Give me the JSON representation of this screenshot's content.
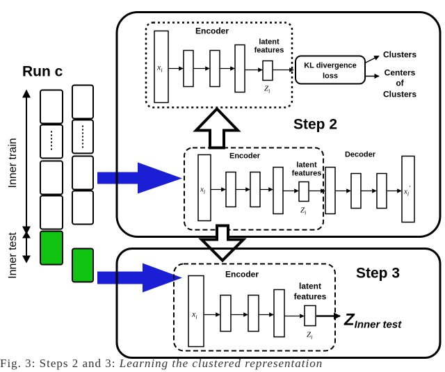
{
  "run_label": "Run c",
  "inner_train_label": "Inner train",
  "inner_test_label": "Inner test",
  "step2": {
    "label": "Step 2",
    "top": {
      "encoder_label": "Encoder",
      "latent_label": [
        "latent",
        "features"
      ],
      "input_label": "x",
      "input_sub": "i",
      "latent_var": "Z",
      "latent_sub": "i",
      "kl_label": [
        "KL divergence",
        "loss"
      ],
      "outputs": [
        "Clusters",
        "Centers",
        "of",
        "Clusters"
      ]
    },
    "bottom": {
      "encoder_label": "Encoder",
      "decoder_label": "Decoder",
      "latent_label": [
        "latent",
        "features"
      ],
      "input_label": "x",
      "input_sub": "i",
      "output_label": "x",
      "output_sub": "i",
      "output_prime": "'",
      "latent_var": "Z",
      "latent_sub": "i"
    }
  },
  "step3": {
    "label": "Step 3",
    "encoder_label": "Encoder",
    "latent_label": [
      "latent",
      "features"
    ],
    "input_label": "x",
    "input_sub": "i",
    "latent_var": "Z",
    "latent_sub": "i",
    "output_var": "Z",
    "output_sub": "Inner test"
  },
  "caption": {
    "prefix": "Fig. 3: Steps 2 and 3: ",
    "italic": "Learning the clustered representation"
  },
  "colors": {
    "arrow_blue": "#1a1fd6",
    "test_green": "#11c411",
    "stroke": "#000000"
  }
}
